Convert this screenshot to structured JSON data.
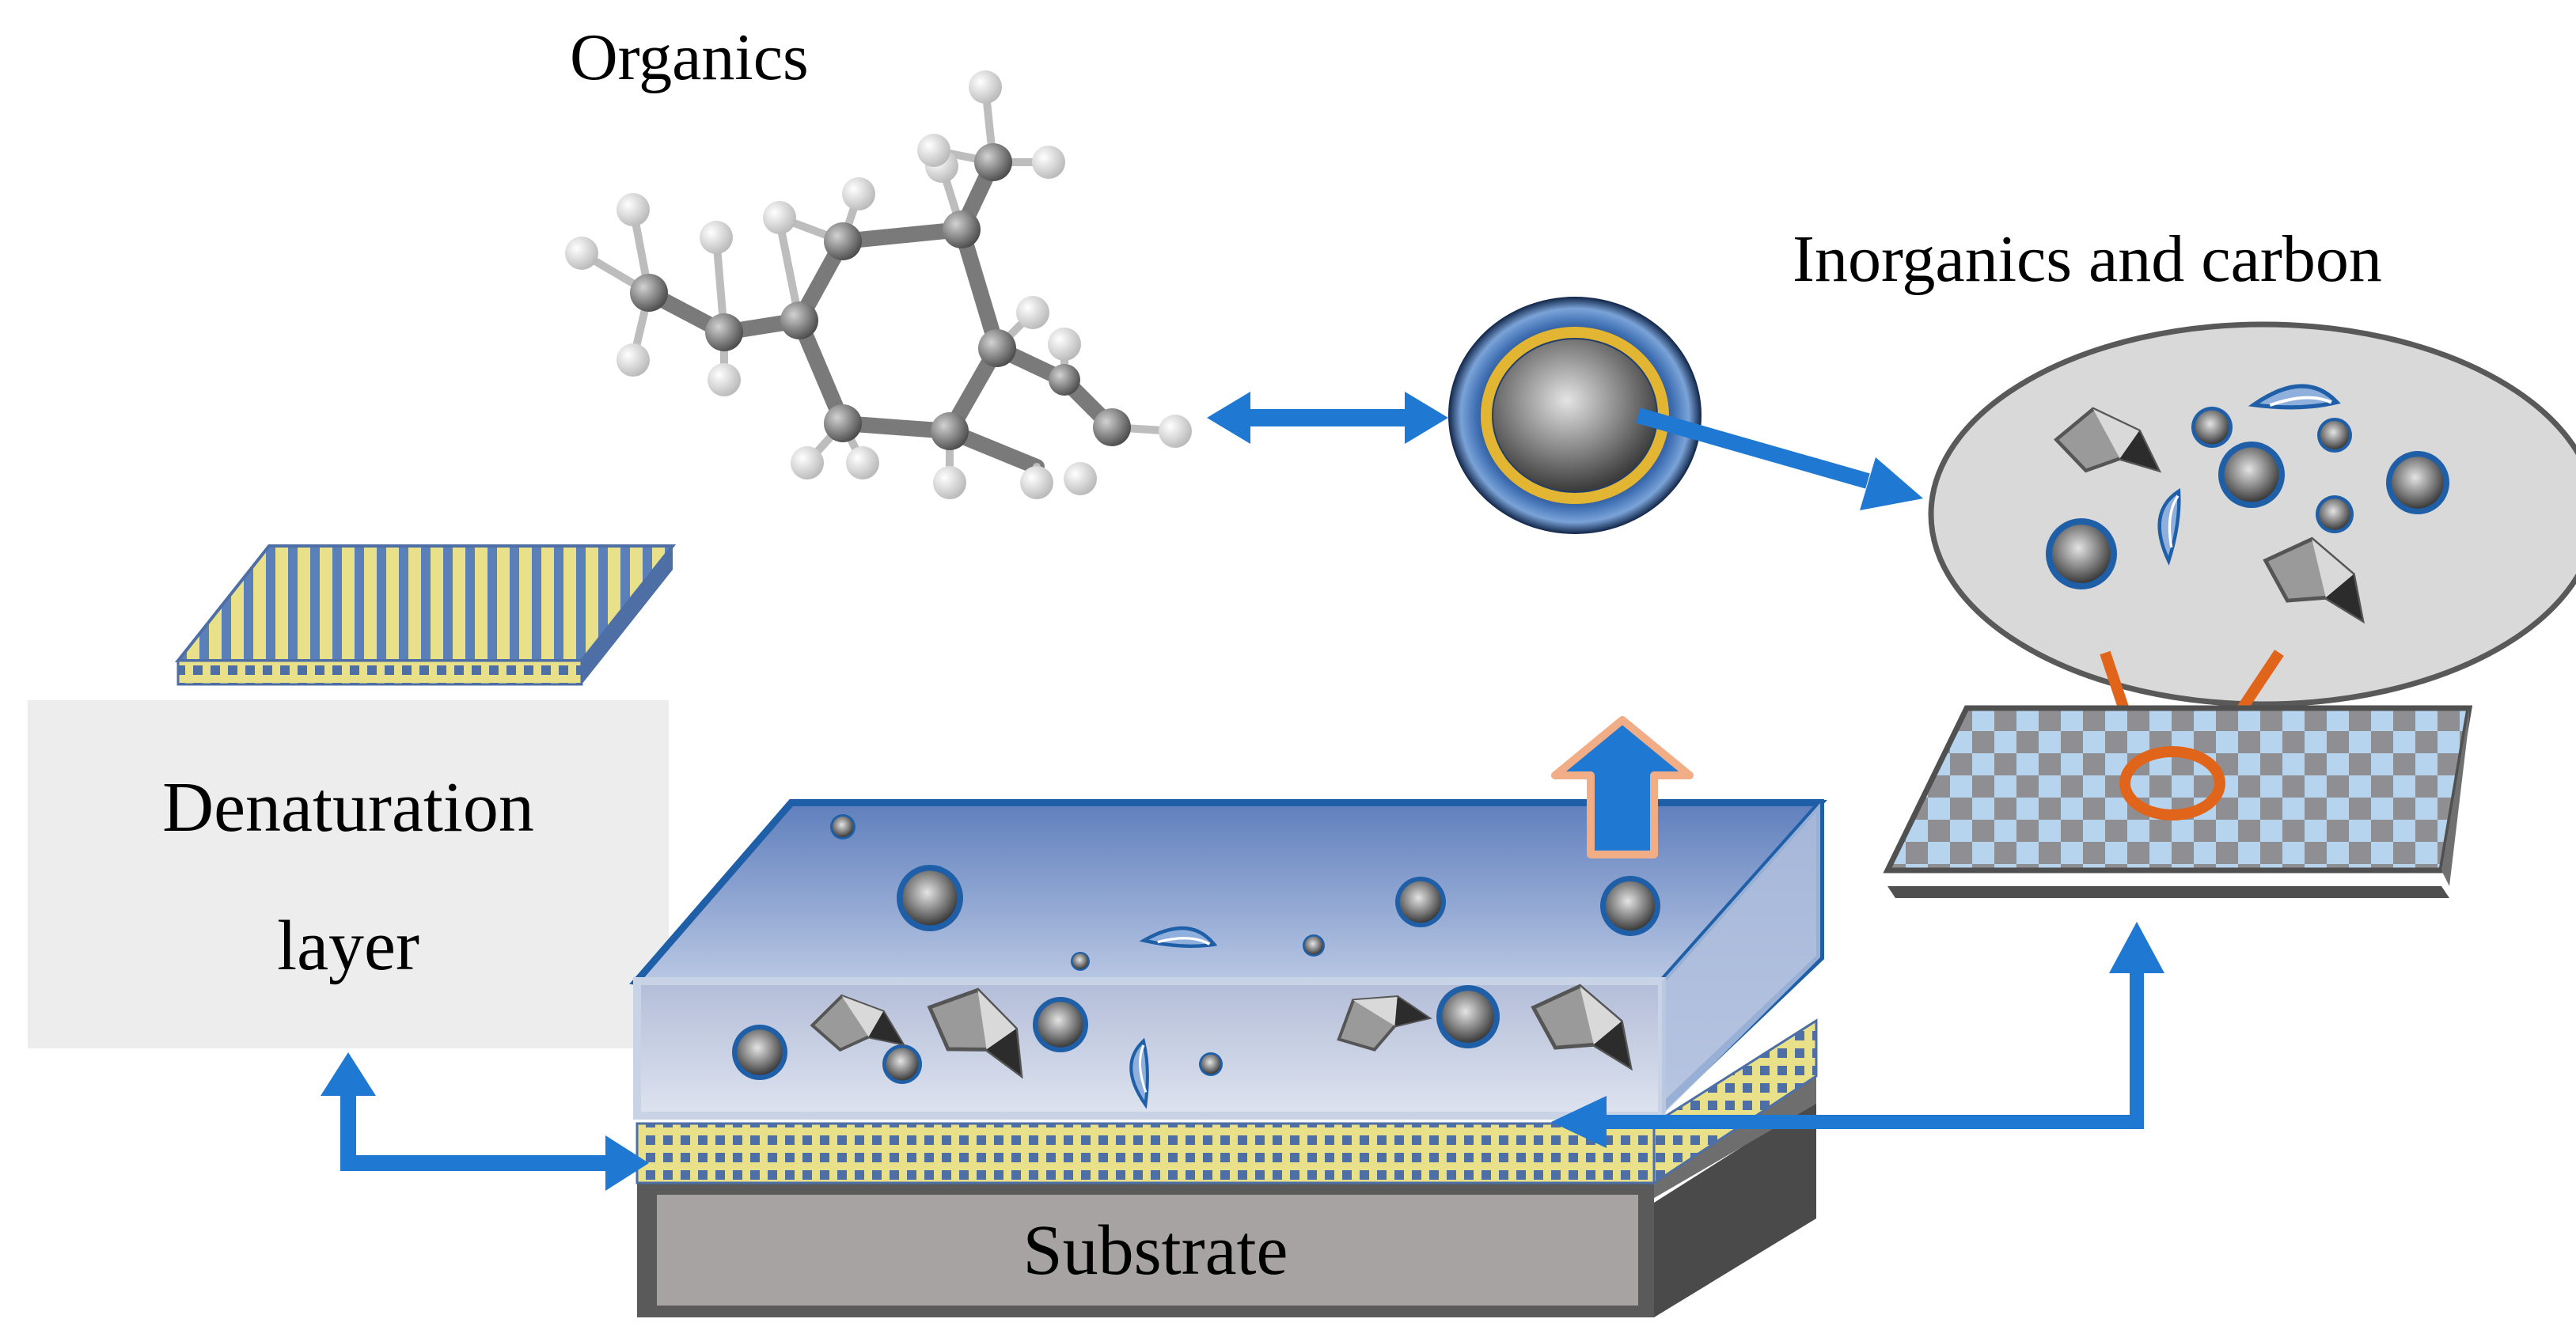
{
  "labels": {
    "organics": "Organics",
    "inorganics": "Inorganics and carbon",
    "denaturation_line1": "Denaturation",
    "denaturation_line2": "layer",
    "substrate": "Substrate"
  },
  "colors": {
    "arrow_blue": "#1f78d1",
    "orange_outline": "#e0651a",
    "substrate_gray": "#9a9696",
    "coating_blue": "#8aa3cf",
    "stripe_yellow": "#e9e18a",
    "stripe_blue": "#5b7fb8",
    "label_box": "#ededed"
  },
  "icons": {
    "molecule": "ball-and-stick-molecule",
    "particle": "core-shell-particle",
    "magnifier": "zoom-ellipse",
    "grid": "tile-grid-sheet"
  }
}
